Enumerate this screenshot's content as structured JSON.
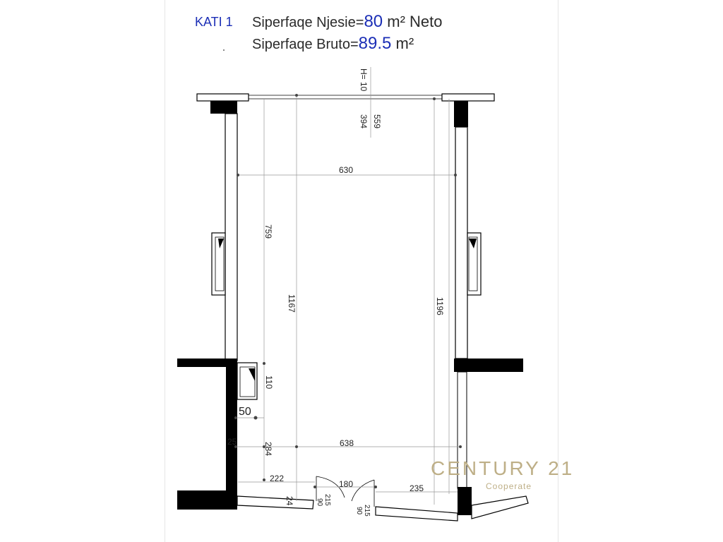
{
  "header": {
    "floor_label": "KATI  1",
    "net_label": "Siperfaqe Njesie=",
    "net_value": "80",
    "net_unit": " m² Neto",
    "gross_label": "Siperfaqe Bruto=",
    "gross_value": "89.5",
    "gross_unit": " m²"
  },
  "dimensions": {
    "h_top": "H= 10",
    "d559": "559",
    "d394": "394",
    "width_top": "630",
    "d759": "759",
    "d1167": "1167",
    "d1196": "1196",
    "d110": "110",
    "d50": "50",
    "d25": "25",
    "d284": "284",
    "width_bottom": "638",
    "d222": "222",
    "d180": "180",
    "d235": "235",
    "d24": "24",
    "d90a": "90",
    "d215a": "215",
    "d90b": "90",
    "d215b": "215"
  },
  "logo": {
    "brand": "CENTURY 21",
    "tagline": "Cooperate"
  },
  "colors": {
    "accent_blue": "#1c2fb6",
    "logo_gold": "#beaf87",
    "wall": "#000000"
  }
}
